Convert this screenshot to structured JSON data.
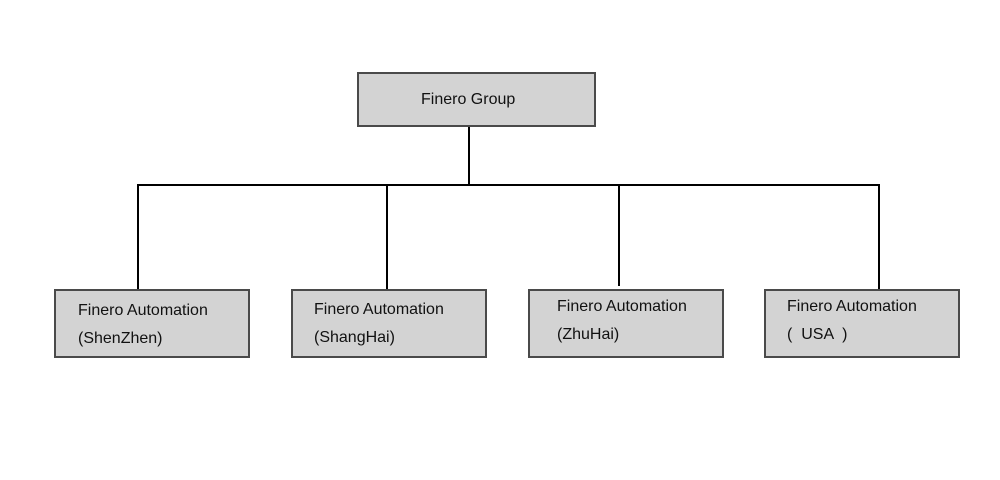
{
  "org_chart": {
    "root": {
      "label": "Finero Group"
    },
    "children": [
      {
        "line1": "Finero Automation",
        "line2": "(ShenZhen)"
      },
      {
        "line1": "Finero Automation",
        "line2": "(ShangHai)"
      },
      {
        "line1": "Finero Automation",
        "line2": "(ZhuHai)"
      },
      {
        "line1": "Finero Automation",
        "line2": "(  USA  )"
      }
    ]
  },
  "colors": {
    "box_fill": "#d3d3d3",
    "box_border": "#4a4a4a",
    "connector": "#000000",
    "background": "#ffffff"
  }
}
